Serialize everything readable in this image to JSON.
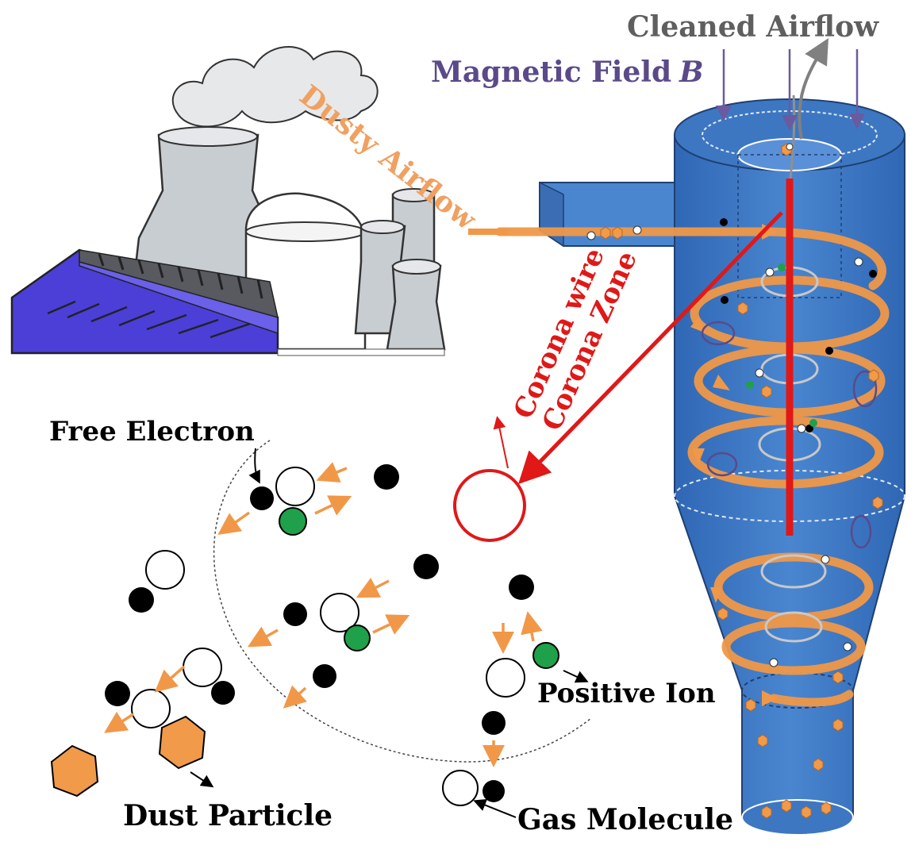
{
  "labels": {
    "cleaned_airflow": "Cleaned Airflow",
    "magnetic_field": "Magnetic Field",
    "magnetic_symbol": "B",
    "dusty_airflow": "Dusty Airflow",
    "corona_wire": "Corona wire",
    "corona_zone": "Corona Zone",
    "free_electron": "Free Electron",
    "positive_ion": "Positive Ion",
    "dust_particle": "Dust Particle",
    "gas_molecule": "Gas Molecule"
  },
  "colors": {
    "cleaned_airflow": "#5f5f5f",
    "magnetic_field": "#5a4a8a",
    "dusty_airflow": "#f0a060",
    "corona": "#e01818",
    "orange_flow": "#f09848",
    "cyclone_body": "#3d77c2",
    "electron": "#000000",
    "positive_ion": "#1fa04a",
    "dust": "#f09a4a",
    "factory_blue": "#4b3fd8"
  }
}
